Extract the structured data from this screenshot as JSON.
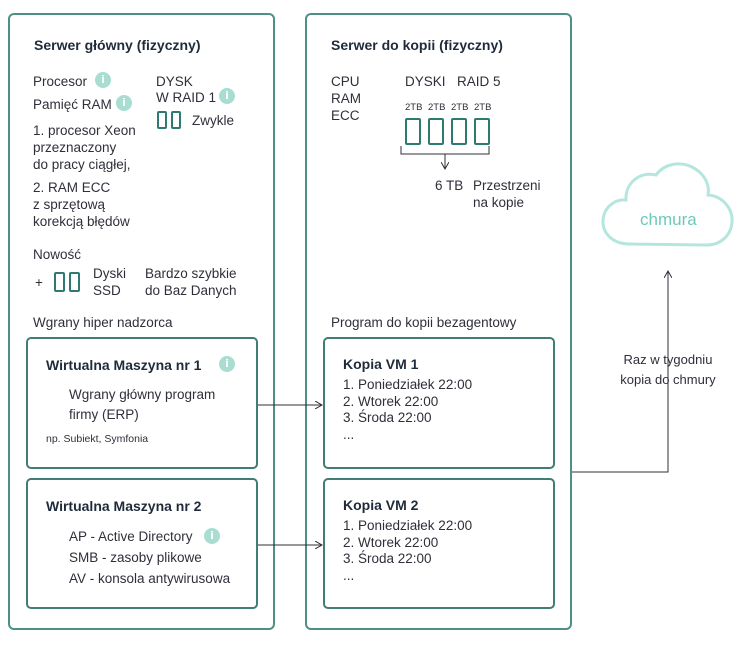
{
  "main_server": {
    "title": "Serwer główny (fizyczny)",
    "processor": "Procesor",
    "ram": "Pamięć RAM",
    "disk_line1": "DYSK",
    "disk_line2": "W RAID 1",
    "disk_type": "Zwykle",
    "note1": [
      "1. procesor Xeon",
      "przeznaczony",
      "do pracy ciągłej,"
    ],
    "note2": [
      "2. RAM ECC",
      "z sprzętową",
      "korekcją błędów"
    ],
    "new_label": "Nowość",
    "plus": "+",
    "ssd_label": [
      "Dyski",
      "SSD"
    ],
    "ssd_desc": [
      "Bardzo szybkie",
      "do Baz Danych"
    ],
    "hypervisor": "Wgrany hiper nadzorca",
    "vm1": {
      "title": "Wirtualna Maszyna nr 1",
      "line1": "Wgrany główny program",
      "line2": "firmy (ERP)",
      "example": "np. Subiekt, Symfonia"
    },
    "vm2": {
      "title": "Wirtualna Maszyna nr 2",
      "lines": [
        "AP - Active Directory",
        "SMB - zasoby plikowe",
        "AV - konsola antywirusowa"
      ]
    }
  },
  "backup_server": {
    "title": "Serwer do kopii (fizyczny)",
    "specs": [
      "CPU",
      "RAM",
      "ECC"
    ],
    "disks_label": "DYSKI",
    "raid_label": "RAID 5",
    "disk_sizes": [
      "2TB",
      "2TB",
      "2TB",
      "2TB"
    ],
    "capacity": "6 TB",
    "space_label": [
      "Przestrzeni",
      "na kopie"
    ],
    "program": "Program do kopii bezagentowy",
    "copy1": {
      "title": "Kopia VM 1",
      "items": [
        "1. Poniedziałek 22:00",
        "2. Wtorek 22:00",
        "3. Środa 22:00",
        "..."
      ]
    },
    "copy2": {
      "title": "Kopia VM 2",
      "items": [
        "1. Poniedziałek 22:00",
        "2. Wtorek 22:00",
        "3. Środa 22:00",
        "..."
      ]
    }
  },
  "cloud": {
    "label": "chmura",
    "schedule": [
      "Raz w tygodniu",
      "kopia do chmury"
    ]
  },
  "colors": {
    "border": "#4e8f86",
    "accent": "#2f7a70",
    "info": "#a9ddd2",
    "cloud_stroke": "#b5e6de",
    "cloud_text": "#6ec9bb"
  },
  "icons": [
    "info-icon",
    "disk-icon",
    "cloud-icon",
    "arrow-icon"
  ]
}
